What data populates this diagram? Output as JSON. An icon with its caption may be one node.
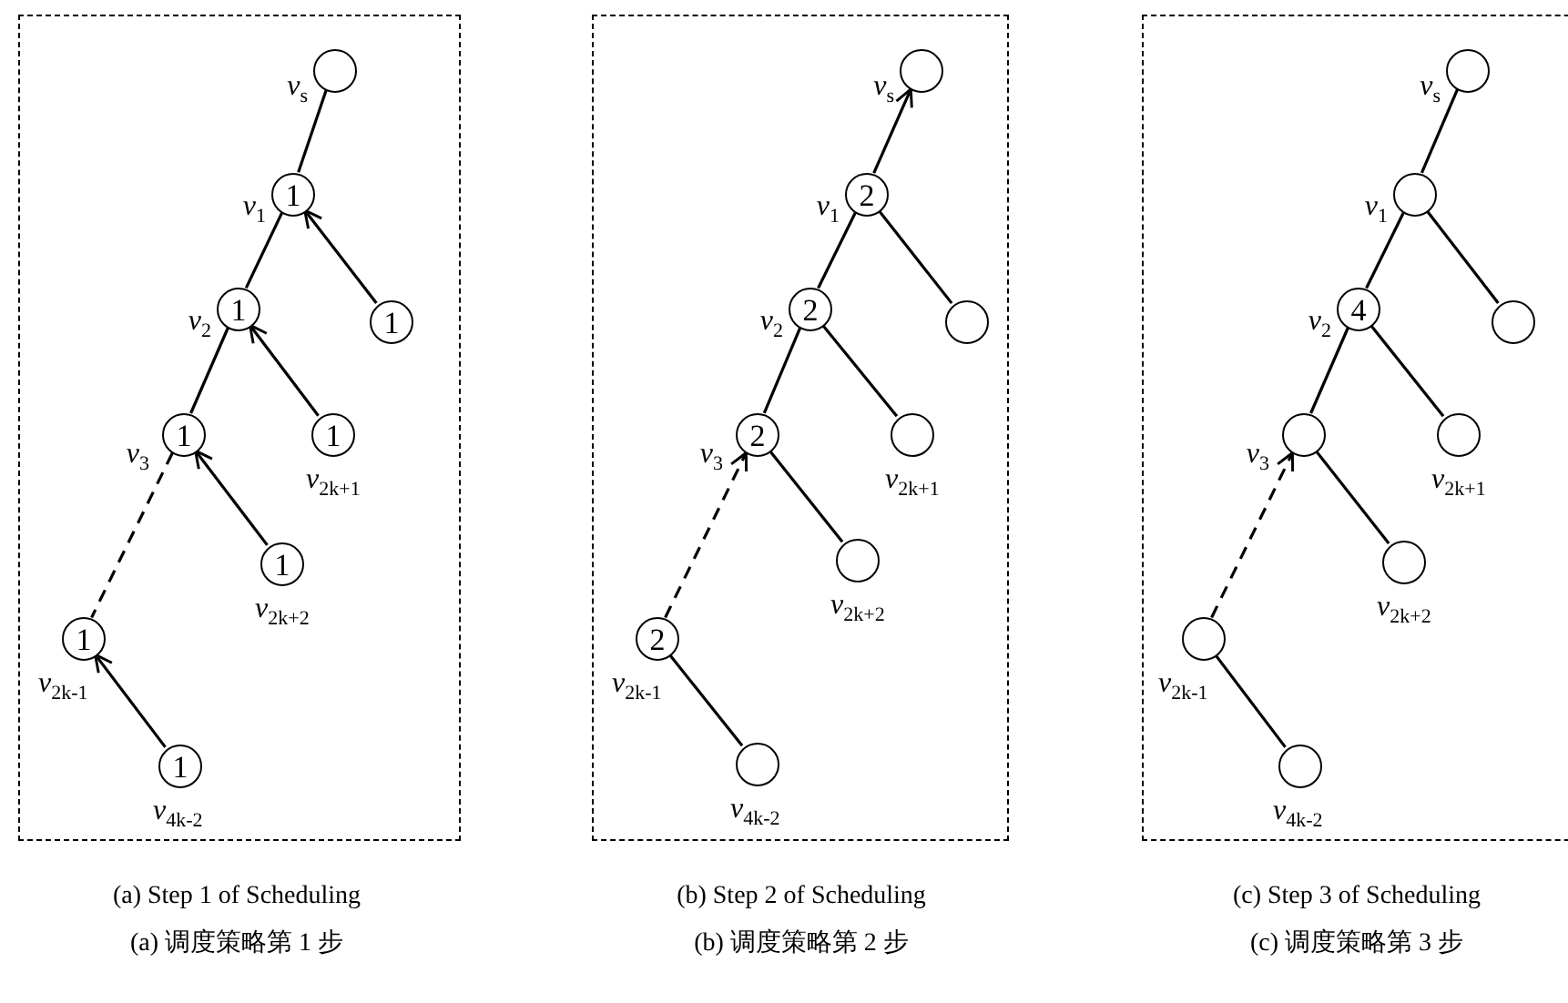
{
  "diagram": {
    "nodes": [
      {
        "text": [],
        "shape": "box"
      },
      {
        "text": [],
        "in": 0,
        "shape": "circle",
        "beside": [
          "*v*$_{s}$"
        ]
      },
      {
        "text": [
          "1"
        ],
        "in": 0,
        "beside": [
          "*v*$_{1}$"
        ]
      },
      {
        "text": [
          "1"
        ],
        "in": 0
      },
      {
        "text": [
          "1"
        ],
        "in": 0,
        "beside": [
          "*v*$_{2}$"
        ]
      },
      {
        "text": [
          "1"
        ],
        "in": 0,
        "beside": [
          "*v*$_{2k+1}$"
        ]
      },
      {
        "text": [
          "1"
        ],
        "in": 0,
        "beside": [
          "*v*$_{3}$"
        ]
      },
      {
        "text": [
          "1"
        ],
        "in": 0,
        "beside": [
          "*v*$_{2k+2}$"
        ]
      },
      {
        "text": [
          "1"
        ],
        "in": 0,
        "beside": [
          "*v*$_{2k-1}$"
        ]
      },
      {
        "text": [
          "1"
        ],
        "in": 0,
        "beside": [
          "*v*$_{4k-2}$"
        ]
      },
      {
        "text": [],
        "shape": "box"
      },
      {
        "text": [],
        "in": 10,
        "shape": "circle",
        "beside": [
          "*v*$_{s}$"
        ]
      },
      {
        "text": [
          "2"
        ],
        "in": 10,
        "beside": [
          "*v*$_{1}$"
        ]
      },
      {
        "text": [],
        "in": 10,
        "shape": "circle"
      },
      {
        "text": [
          "2"
        ],
        "in": 10,
        "beside": [
          "*v*$_{2}$"
        ]
      },
      {
        "text": [],
        "in": 10,
        "shape": "circle",
        "beside": [
          "*v*$_{2k+1}$"
        ]
      },
      {
        "text": [
          "2"
        ],
        "in": 10,
        "beside": [
          "*v*$_{3}$"
        ]
      },
      {
        "text": [],
        "in": 10,
        "shape": "circle",
        "beside": [
          "*v*$_{2k+2}$"
        ]
      },
      {
        "text": [
          "2"
        ],
        "in": 10,
        "beside": [
          "*v*$_{2k-1}$"
        ]
      },
      {
        "text": [],
        "in": 10,
        "shape": "circle",
        "beside": [
          "*v*$_{4k-2}$"
        ]
      },
      {
        "text": [],
        "shape": "box"
      },
      {
        "text": [],
        "in": 20,
        "shape": "circle",
        "beside": [
          "*v*$_{s}$"
        ]
      },
      {
        "text": [],
        "in": 20,
        "shape": "circle",
        "beside": [
          "*v*$_{1}$"
        ]
      },
      {
        "text": [],
        "in": 20,
        "shape": "circle"
      },
      {
        "text": [
          "4"
        ],
        "in": 20,
        "beside": [
          "*v*$_{2}$"
        ]
      },
      {
        "text": [],
        "in": 20,
        "shape": "circle",
        "beside": [
          "*v*$_{2k+1}$"
        ]
      },
      {
        "text": [],
        "in": 20,
        "shape": "circle",
        "beside": [
          "*v*$_{3}$"
        ]
      },
      {
        "text": [],
        "in": 20,
        "shape": "circle",
        "beside": [
          "*v*$_{2k+2}$"
        ]
      },
      {
        "text": [],
        "in": 20,
        "shape": "circle",
        "beside": [
          "*v*$_{2k-1}$"
        ]
      },
      {
        "text": [],
        "in": 20,
        "shape": "circle",
        "beside": [
          "*v*$_{4k-2}$"
        ]
      }
    ],
    "edges": [
      {
        "from": 1,
        "to": 2,
        "arrow": "none"
      },
      {
        "from": 3,
        "to": 2,
        "arrow": "to"
      },
      {
        "from": 2,
        "to": 4,
        "arrow": "none"
      },
      {
        "from": 5,
        "to": 4,
        "arrow": "to"
      },
      {
        "from": 4,
        "to": 6,
        "arrow": "none"
      },
      {
        "from": 7,
        "to": 6,
        "arrow": "to"
      },
      {
        "from": 6,
        "to": 8,
        "arrow": "none",
        "style": "dashed"
      },
      {
        "from": 9,
        "to": 8,
        "arrow": "to"
      },
      {
        "from": 12,
        "to": 11,
        "arrow": "to"
      },
      {
        "from": 12,
        "to": 13,
        "arrow": "none"
      },
      {
        "from": 12,
        "to": 14,
        "arrow": "none"
      },
      {
        "from": 14,
        "to": 15,
        "arrow": "none"
      },
      {
        "from": 14,
        "to": 16,
        "arrow": "none"
      },
      {
        "from": 16,
        "to": 17,
        "arrow": "none"
      },
      {
        "from": 18,
        "to": 16,
        "arrow": "to",
        "style": "dashed"
      },
      {
        "from": 18,
        "to": 19,
        "arrow": "none"
      },
      {
        "from": 21,
        "to": 22,
        "arrow": "none"
      },
      {
        "from": 22,
        "to": 23,
        "arrow": "none"
      },
      {
        "from": 22,
        "to": 24,
        "arrow": "none"
      },
      {
        "from": 24,
        "to": 25,
        "arrow": "none"
      },
      {
        "from": 24,
        "to": 26,
        "arrow": "none"
      },
      {
        "from": 26,
        "to": 27,
        "arrow": "none"
      },
      {
        "from": 28,
        "to": 26,
        "arrow": "to",
        "style": "dashed"
      },
      {
        "from": 28,
        "to": 29,
        "arrow": "none"
      }
    ],
    "labels": [
      "(a) Step 1 of Scheduling",
      "(a) 调度策略第 1 步",
      "(b) Step 2 of Scheduling",
      "(b) 调度策略第 2 步",
      "(c) Step 3 of Scheduling",
      "(c) 调度策略第 3 步"
    ]
  }
}
